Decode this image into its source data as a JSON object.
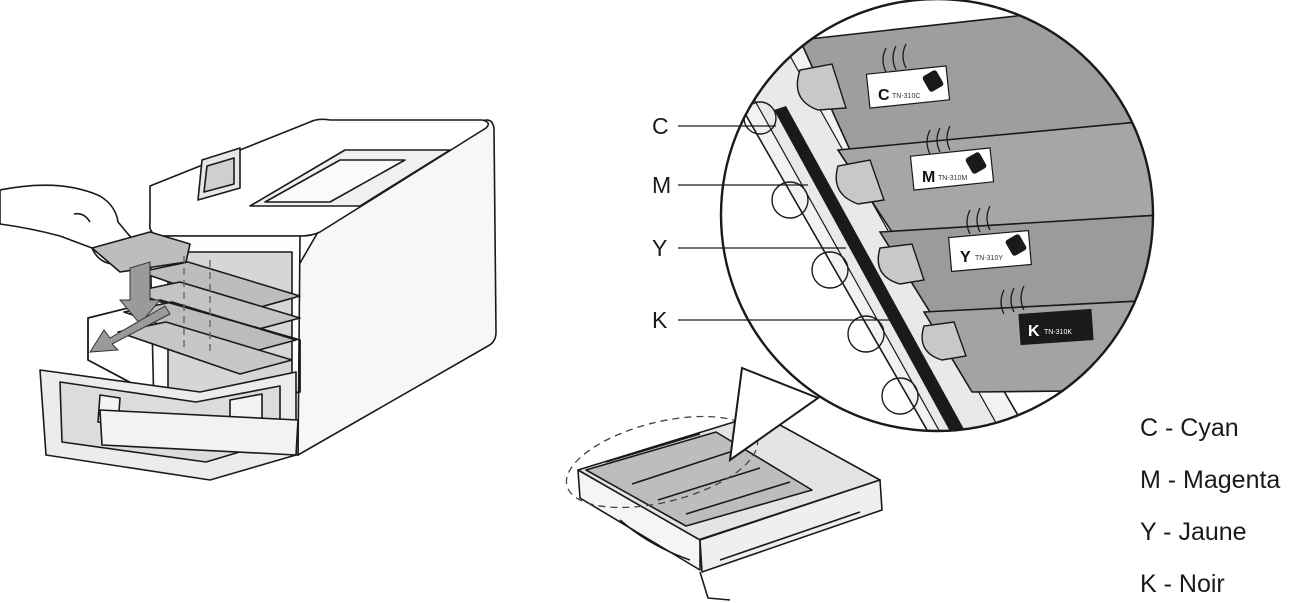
{
  "figure": {
    "callout_labels": [
      {
        "key": "c",
        "letter": "C"
      },
      {
        "key": "m",
        "letter": "M"
      },
      {
        "key": "y",
        "letter": "Y"
      },
      {
        "key": "k",
        "letter": "K"
      }
    ],
    "legend": [
      {
        "key": "c",
        "text": "C - Cyan"
      },
      {
        "key": "m",
        "text": "M - Magenta"
      },
      {
        "key": "y",
        "text": "Y - Jaune"
      },
      {
        "key": "k",
        "text": "K - Noir"
      }
    ],
    "cartridge_labels": [
      {
        "key": "c",
        "letter": "C",
        "model": "TN-310C"
      },
      {
        "key": "m",
        "letter": "M",
        "model": "TN-310M"
      },
      {
        "key": "y",
        "letter": "Y",
        "model": "TN-310Y"
      },
      {
        "key": "k",
        "letter": "K",
        "model": "TN-310K"
      }
    ]
  }
}
